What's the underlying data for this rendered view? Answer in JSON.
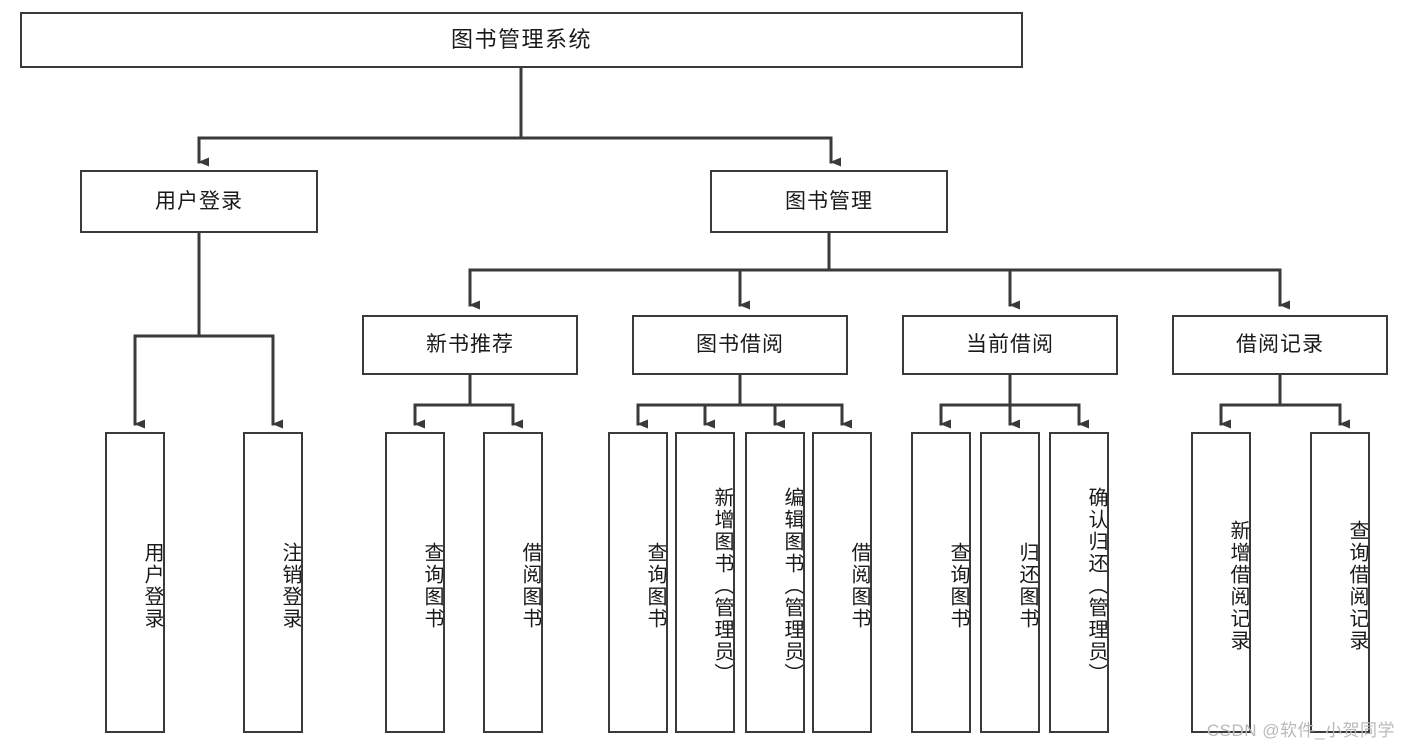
{
  "diagram": {
    "title": "图书管理系统",
    "watermark": "CSDN @软件_小贺同学",
    "line_color": "#3a3a3a",
    "box_fill": "#ffffff",
    "text_color": "#1a1a1a",
    "watermark_color": "#b9b9b9",
    "levels": {
      "level1": [
        {
          "id": "root",
          "label": "图书管理系统"
        }
      ],
      "level2": [
        {
          "id": "user-login",
          "label": "用户登录"
        },
        {
          "id": "book-manage",
          "label": "图书管理"
        }
      ],
      "level3": [
        {
          "id": "new-book-recommend",
          "label": "新书推荐"
        },
        {
          "id": "book-borrow",
          "label": "图书借阅"
        },
        {
          "id": "current-borrow",
          "label": "当前借阅"
        },
        {
          "id": "borrow-record",
          "label": "借阅记录"
        }
      ],
      "level4": [
        {
          "id": "leaf-user-login",
          "label": "用户登录",
          "parent": "user-login"
        },
        {
          "id": "leaf-logout-login",
          "label": "注销登录",
          "parent": "user-login"
        },
        {
          "id": "leaf-query-book-1",
          "label": "查询图书",
          "parent": "new-book-recommend"
        },
        {
          "id": "leaf-borrow-book-1",
          "label": "借阅图书",
          "parent": "new-book-recommend"
        },
        {
          "id": "leaf-query-book-2",
          "label": "查询图书",
          "parent": "book-borrow"
        },
        {
          "id": "leaf-add-book",
          "label": "新增图书（管理员）",
          "parent": "book-borrow"
        },
        {
          "id": "leaf-edit-book",
          "label": "编辑图书（管理员）",
          "parent": "book-borrow"
        },
        {
          "id": "leaf-borrow-book-2",
          "label": "借阅图书",
          "parent": "book-borrow"
        },
        {
          "id": "leaf-query-book-3",
          "label": "查询图书",
          "parent": "current-borrow"
        },
        {
          "id": "leaf-return-book",
          "label": "归还图书",
          "parent": "current-borrow"
        },
        {
          "id": "leaf-confirm-return",
          "label": "确认归还（管理员）",
          "parent": "current-borrow"
        },
        {
          "id": "leaf-add-record",
          "label": "新增借阅记录",
          "parent": "borrow-record"
        },
        {
          "id": "leaf-query-record",
          "label": "查询借阅记录",
          "parent": "borrow-record"
        }
      ]
    }
  }
}
